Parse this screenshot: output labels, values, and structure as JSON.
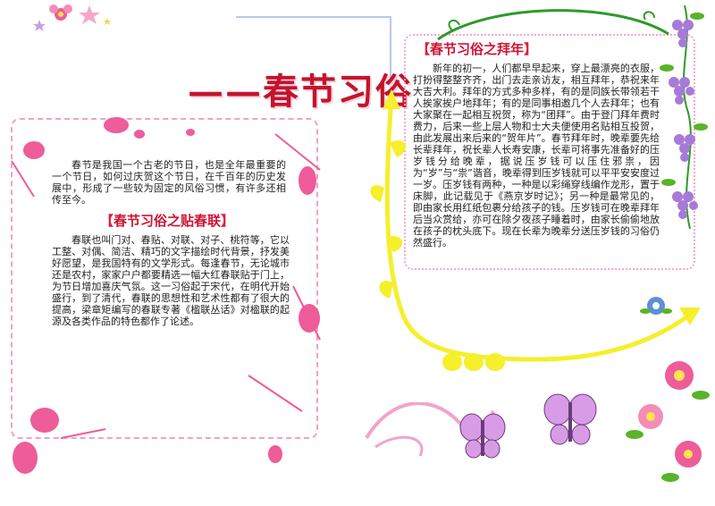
{
  "title": "——春节习俗",
  "intro": "春节是我国一个古老的节日，也是全年最重要的一个节日，如何过庆贺这个节日，在千百年的历史发展中，形成了一些较为固定的风俗习惯，有许多还相传至今。",
  "couplet_section": {
    "heading_open": "【",
    "heading_text": "春节习俗之贴春联",
    "heading_close": "】",
    "body": "春联也叫门对、春贴、对联、对子、桃符等，它以工整、对偶、简洁、精巧的文字描绘时代背景，抒发美好愿望，是我国特有的文学形式。每逢春节，无论城市还是农村，家家户户都要精选一幅大红春联贴于门上，为节日增加喜庆气氛。这一习俗起于宋代，在明代开始盛行，到了清代，春联的思想性和艺术性都有了很大的提高，梁章矩编写的春联专著《楹联丛话》对楹联的起源及各类作品的特色都作了论述。"
  },
  "newyear_section": {
    "heading_open": "【",
    "heading_text": "春节习俗之拜年",
    "heading_close": "】",
    "body": "新年的初一，人们都早早起来，穿上最漂亮的衣服，打扮得整整齐齐，出门去走亲访友，相互拜年，恭祝来年大吉大利。拜年的方式多种多样，有的是同族长带领若干人挨家挨户地拜年；有的是同事相邀几个人去拜年；也有大家聚在一起相互祝贺，称为“团拜”。由于登门拜年费时费力，后来一些上层人物和士大夫便使用名贴相互投贺，由此发展出来后来的“贺年片”。春节拜年时，晚辈要先给长辈拜年，祝长辈人长寿安康，长辈可将事先准备好的压岁钱分给晚辈，据说压岁钱可以压住邪祟，因为“岁”与“祟”谐音，晚辈得到压岁钱就可以平平安安度过一岁。压岁钱有两种，一种是以彩绳穿线编作龙形，置于床脚，此记载见于《燕京岁时记》；另一种是最常见的，即由家长用红纸包裹分给孩子的钱。压岁钱可在晚辈拜年后当众赏给，亦可在除夕夜孩子睡着时，由家长偷偷地放在孩子的枕头底下。现在长辈为晚辈分送压岁钱的习俗仍然盛行。"
  },
  "colors": {
    "title": "#c4142d",
    "heading": "#cf1434",
    "frame_pink": "#f3a1c6",
    "yellow_vine": "#f5ef2c",
    "green_vine": "#2f9a2a",
    "flower_pink": "#ee5c9a",
    "grape_purple": "#a77ad8",
    "butterfly": "#d89be6"
  },
  "icons": [
    "flower-icon",
    "star-icon",
    "butterfly-icon",
    "grape-icon",
    "leaf-icon",
    "vine-icon"
  ]
}
